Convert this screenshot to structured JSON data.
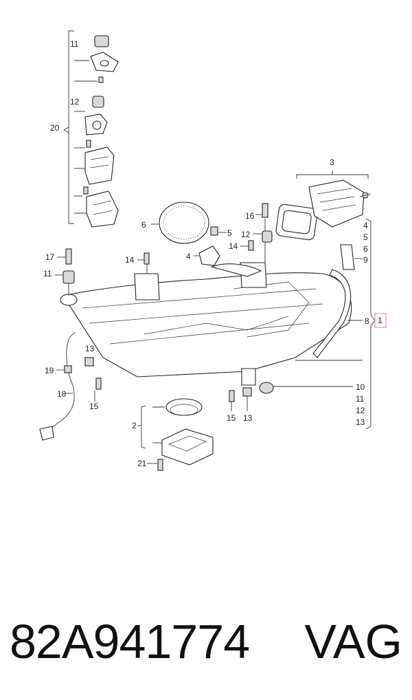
{
  "diagram": {
    "callouts": {
      "c1": "1",
      "c2": "2",
      "c3": "3",
      "c4": "4",
      "c5a": "5",
      "c5b": "5",
      "c6a": "6",
      "c6b": "6",
      "c8": "8",
      "c9": "9",
      "c10": "10",
      "c11a": "11",
      "c11b": "11",
      "c11c": "11",
      "c12a": "12",
      "c12b": "12",
      "c12c": "12",
      "c13a": "13",
      "c13b": "13",
      "c13c": "13",
      "c14a": "14",
      "c14b": "14",
      "c15a": "15",
      "c15b": "15",
      "c16": "16",
      "c17": "17",
      "c18": "18",
      "c19": "19",
      "c20": "20",
      "c21": "21",
      "c4b": "4"
    },
    "highlight_color": "#e88080"
  },
  "footer": {
    "part_number": "82A941774",
    "brand": "VAG"
  }
}
